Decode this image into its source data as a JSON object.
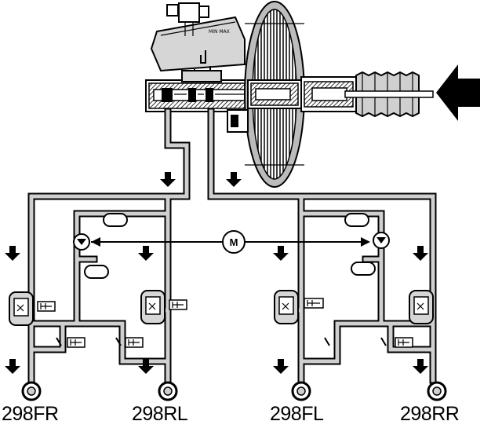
{
  "motor": {
    "label": "M"
  },
  "wheels": [
    {
      "id": "fr",
      "label": "298FR"
    },
    {
      "id": "rl",
      "label": "298RL"
    },
    {
      "id": "fl",
      "label": "298FL"
    },
    {
      "id": "rr",
      "label": "298RR"
    }
  ],
  "colors": {
    "line": "#000000",
    "pipe_fill": "#cfcfcf",
    "background": "#ffffff"
  }
}
